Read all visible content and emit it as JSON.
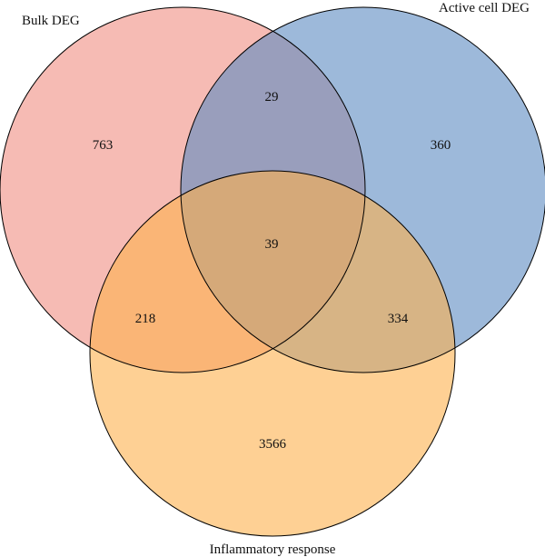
{
  "chart_data": {
    "type": "venn",
    "sets": [
      {
        "name": "Bulk DEG",
        "color": "#F08E82"
      },
      {
        "name": "Active cell DEG",
        "color": "#5B8AC2"
      },
      {
        "name": "Inflammatory response",
        "color": "#FDB04D"
      }
    ],
    "regions": {
      "bulk_only": "763",
      "active_only": "360",
      "inflammatory_only": "3566",
      "bulk_active": "29",
      "bulk_inflammatory": "218",
      "active_inflammatory": "334",
      "all_three": "39"
    }
  }
}
